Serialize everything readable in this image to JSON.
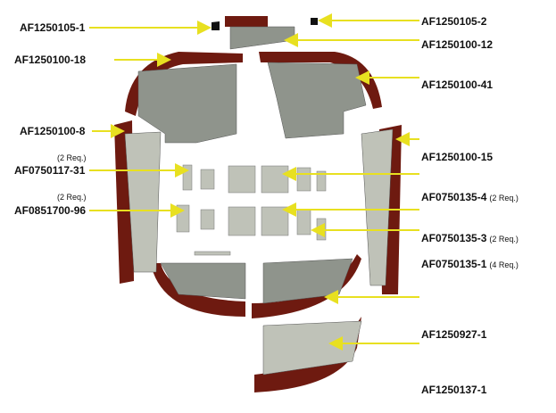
{
  "parts": [
    {
      "id": "AF1250105-1",
      "req": ""
    },
    {
      "id": "AF1250105-2",
      "req": ""
    },
    {
      "id": "AF1250100-12",
      "req": ""
    },
    {
      "id": "AF1250100-18",
      "req": ""
    },
    {
      "id": "AF1250100-41",
      "req": ""
    },
    {
      "id": "AF1250100-8",
      "req": ""
    },
    {
      "id": "AF1250100-15",
      "req": ""
    },
    {
      "id": "AF0750117-31",
      "req": "(2 Req.)"
    },
    {
      "id": "AF0851700-96",
      "req": "(2 Req.)"
    },
    {
      "id": "AF0750135-4",
      "req": "(2 Req.)"
    },
    {
      "id": "AF0750135-3",
      "req": "(2 Req.)"
    },
    {
      "id": "AF0750135-1",
      "req": "(4 Req.)"
    },
    {
      "id": "AF1250927-1",
      "req": ""
    },
    {
      "id": "AF1250137-1",
      "req": ""
    }
  ],
  "colors": {
    "skin": "#6e1a10",
    "metal": "#8f948c",
    "light": "#bfc2b8",
    "arrow": "#d8d020"
  }
}
